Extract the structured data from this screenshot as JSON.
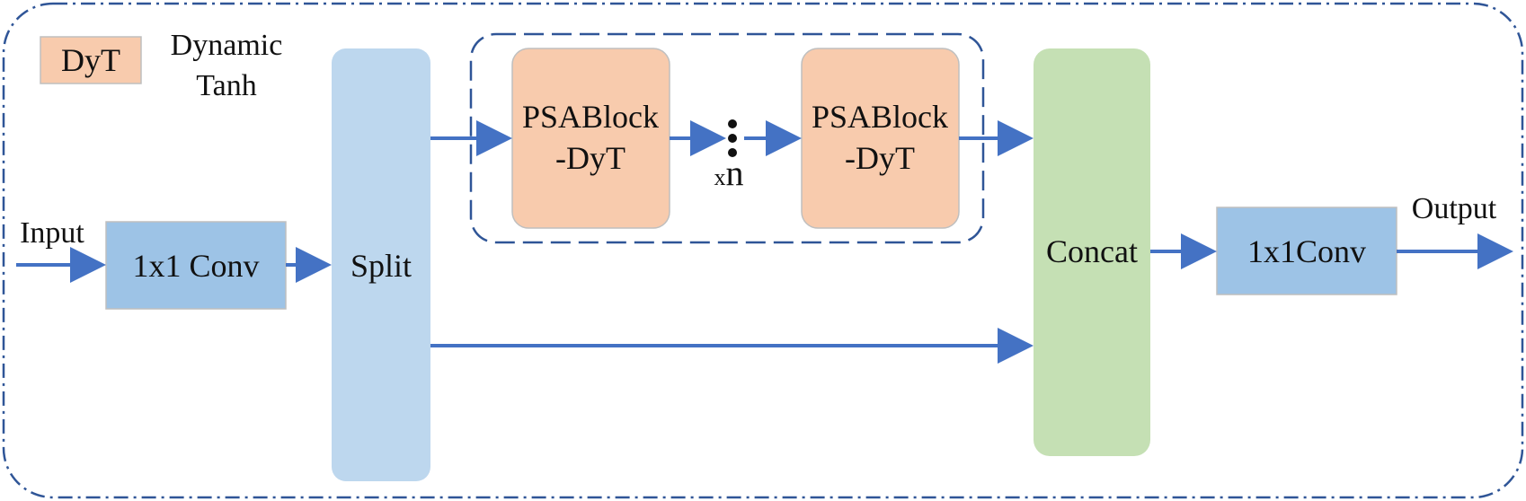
{
  "legend": {
    "swatch_label": "DyT",
    "description_line1": "Dynamic",
    "description_line2": "Tanh"
  },
  "labels": {
    "input": "Input",
    "output": "Output",
    "repeat_prefix": "x",
    "repeat_count": "n"
  },
  "nodes": {
    "conv_in": "1x1 Conv",
    "split": "Split",
    "psa1_line1": "PSABlock",
    "psa1_line2": "-DyT",
    "psa2_line1": "PSABlock",
    "psa2_line2": "-DyT",
    "concat": "Concat",
    "conv_out": "1x1Conv"
  },
  "colors": {
    "accent_blue": "#4472C4",
    "dark_blue_dash": "#2F5597",
    "orange_fill": "#F8CBAD",
    "conv_fill": "#9DC3E6",
    "split_fill": "#BDD7EE",
    "concat_fill": "#C5E0B4",
    "box_border": "#BFBFBF"
  }
}
